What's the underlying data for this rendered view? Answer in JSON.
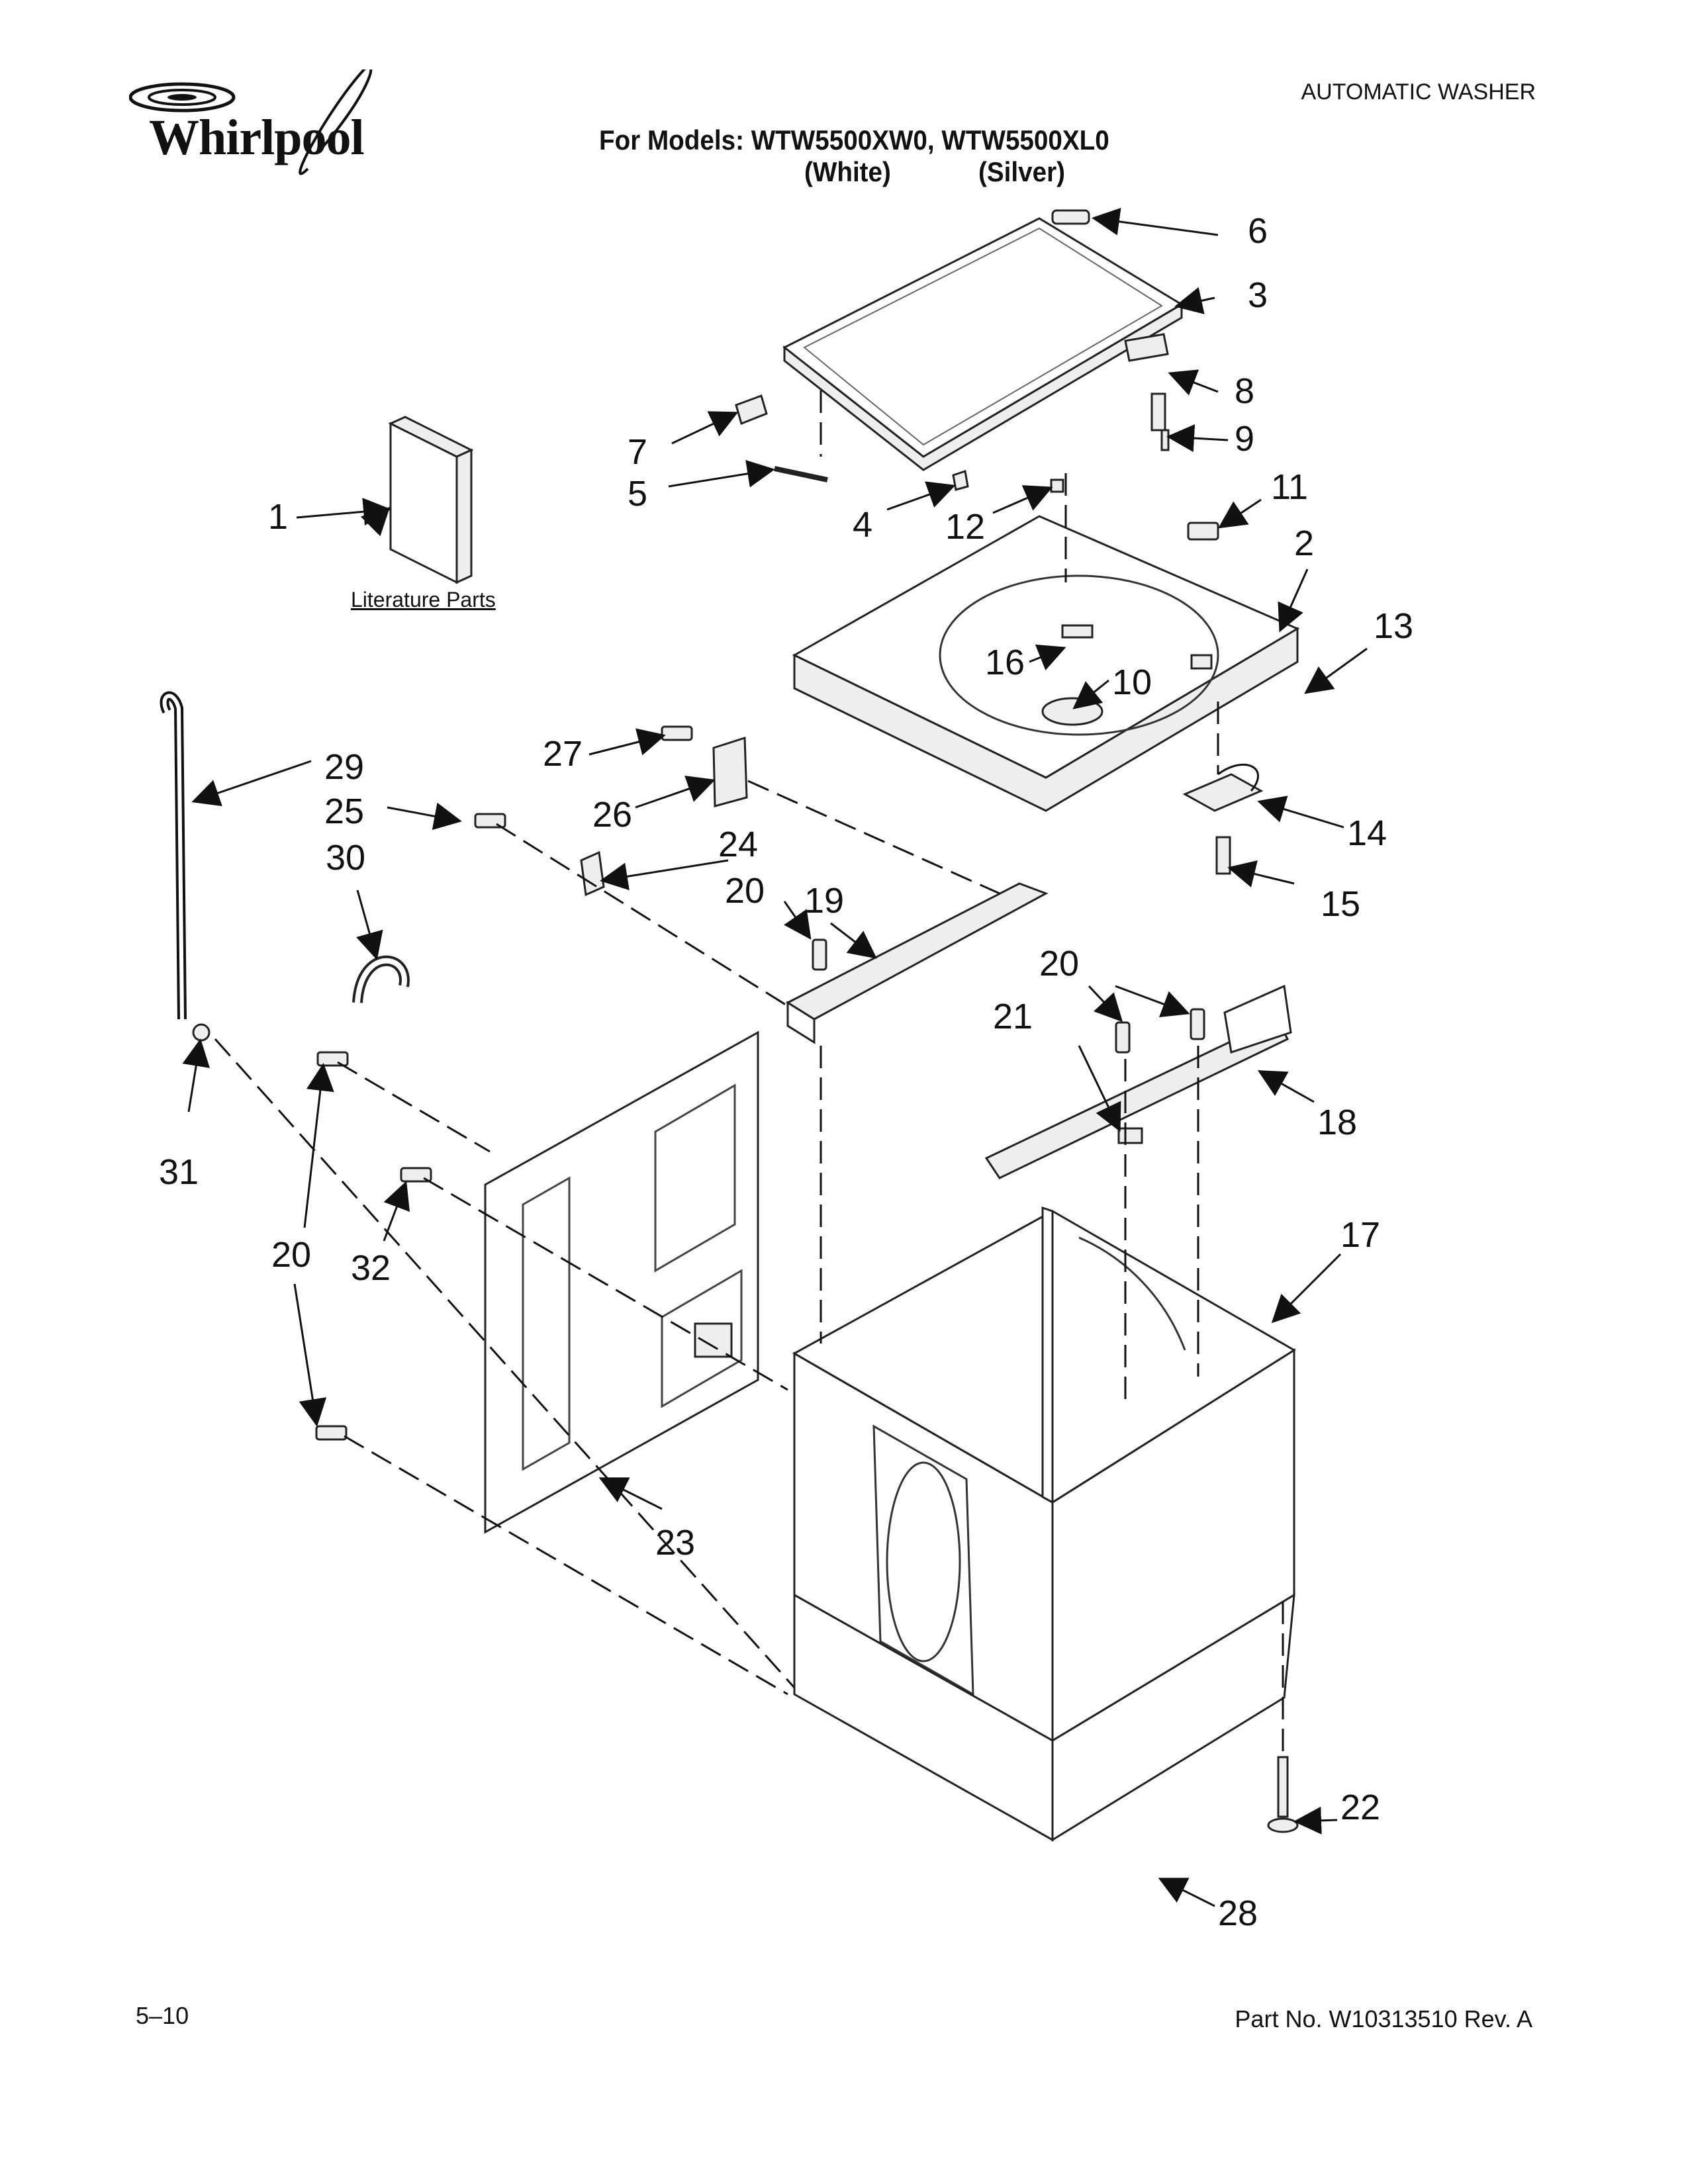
{
  "header": {
    "brand": "Whirlpool",
    "doc_type": "AUTOMATIC WASHER",
    "models_line": "For Models: WTW5500XW0, WTW5500XL0",
    "variant_white": "(White)",
    "variant_silver": "(Silver)"
  },
  "literature_label": "Literature Parts",
  "callouts": {
    "c1": "1",
    "c2": "2",
    "c3": "3",
    "c4": "4",
    "c5": "5",
    "c6": "6",
    "c7": "7",
    "c8": "8",
    "c9": "9",
    "c10": "10",
    "c11": "11",
    "c12": "12",
    "c13": "13",
    "c14": "14",
    "c15": "15",
    "c16": "16",
    "c17": "17",
    "c18": "18",
    "c19": "19",
    "c20a": "20",
    "c20b": "20",
    "c20c": "20",
    "c21": "21",
    "c22": "22",
    "c23": "23",
    "c24": "24",
    "c25": "25",
    "c26": "26",
    "c27": "27",
    "c28": "28",
    "c29": "29",
    "c30": "30",
    "c31": "31",
    "c32": "32"
  },
  "footer": {
    "date": "5–10",
    "part_no": "Part No. W10313510 Rev. A"
  }
}
